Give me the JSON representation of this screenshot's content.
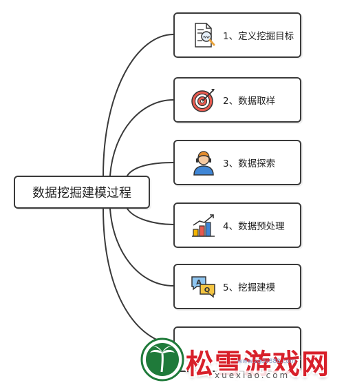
{
  "root": {
    "label": "数据挖掘建模过程"
  },
  "steps": [
    {
      "label": "1、定义挖掘目标",
      "icon": "document-search-icon"
    },
    {
      "label": "2、数据取样",
      "icon": "target-icon"
    },
    {
      "label": "3、数据探索",
      "icon": "person-headset-icon"
    },
    {
      "label": "4、数据预处理",
      "icon": "bar-chart-growth-icon"
    },
    {
      "label": "5、挖掘建模",
      "icon": "qa-chat-icon"
    }
  ],
  "watermark": {
    "text": "松雪游戏网",
    "url": "xuexiao.com",
    "faint_url": "www.zgdv888.com",
    "icon": "palm-tree-logo-icon"
  },
  "colors": {
    "line": "#3a3a3a",
    "border": "#3a3a3a",
    "watermark_red": "#d8202a",
    "watermark_green": "#1f7a3a"
  }
}
